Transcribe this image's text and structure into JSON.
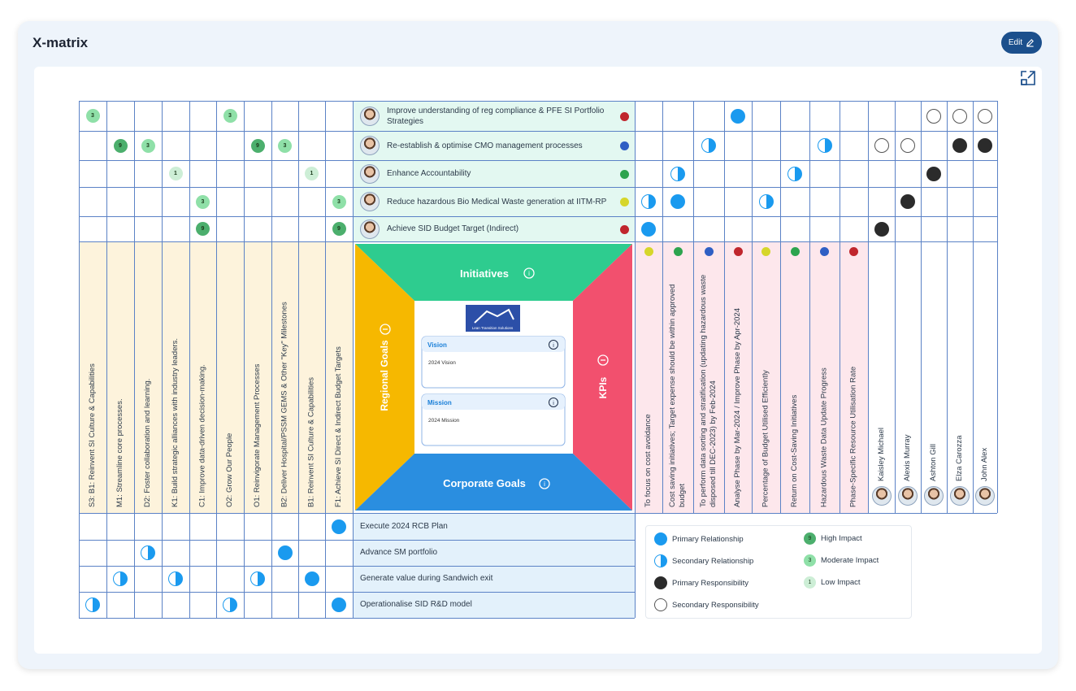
{
  "header": {
    "title": "X-matrix",
    "edit_label": "Edit"
  },
  "center": {
    "initiatives": "Initiatives",
    "kpis": "KPIs",
    "regional_goals": "Regional Goals",
    "corporate_goals": "Corporate Goals",
    "logo_text": "Lean Transition Solutions",
    "vision": {
      "title": "Vision",
      "text": "2024 Vision"
    },
    "mission": {
      "title": "Mission",
      "text": "2024 Mission"
    }
  },
  "initiatives": [
    {
      "label": "Improve understanding of reg compliance & PFE SI Portfolio Strategies",
      "status": "#c0262d"
    },
    {
      "label": "Re-establish & optimise CMO management processes",
      "status": "#2f5fc4"
    },
    {
      "label": "Enhance Accountability",
      "status": "#2da44e"
    },
    {
      "label": "Reduce hazardous Bio Medical Waste generation at IITM-RP",
      "status": "#d6d62a"
    },
    {
      "label": "Achieve SID Budget Target (Indirect)",
      "status": "#c0262d"
    }
  ],
  "regional_goals": [
    "S3: B1: Reinvent SI Culture & Capabilities",
    "M1: Streamline core processes.",
    "D2:  Foster collaboration and learning.",
    "K1: Build strategic alliances with industry leaders.",
    "C1: Improve data-driven decision-making.",
    "O2: Grow Our People",
    "O1: Reinvigorate Management Processes",
    "B2: Deliver Hospital/PSSM GEMS & Other \"Key\" Milestones",
    "B1: Reinvent SI Culture & Capabilities",
    "F1: Achieve SI Direct & Indirect Budget Targets"
  ],
  "kpis": [
    {
      "label": "To focus on cost avoidance",
      "status": "#d6d62a"
    },
    {
      "label": "Cost saving initiatives; Target expense should be within approved budget",
      "status": "#2da44e"
    },
    {
      "label": "To perform data sorting and stratification (updating hazardous waste disposed till DEC-2023) by Feb-2024",
      "status": "#2f5fc4"
    },
    {
      "label": "Analyse Phase by Mar-2024 / Improve Phase by Apr-2024",
      "status": "#c0262d"
    },
    {
      "label": "Percentage of Budget Utilised Efficiently",
      "status": "#d6d62a"
    },
    {
      "label": "Return on Cost-Saving Initiatives",
      "status": "#2da44e"
    },
    {
      "label": "Hazardous Waste Data Update Progress",
      "status": "#2f5fc4"
    },
    {
      "label": "Phase-Specific Resource Utilisation Rate",
      "status": "#c0262d"
    }
  ],
  "people": [
    "Kaisley Michael",
    "Alexis Murray",
    "Ashton Gill",
    "Elza Carozza",
    "John Alex"
  ],
  "corporate_goals": [
    "Execute 2024 RCB Plan",
    "Advance SM portfolio",
    "Generate value during Sandwich exit",
    "Operationalise SID R&D model"
  ],
  "impact_cells": [
    {
      "row": 0,
      "col": 0,
      "value": "3"
    },
    {
      "row": 0,
      "col": 5,
      "value": "3"
    },
    {
      "row": 1,
      "col": 1,
      "value": "9"
    },
    {
      "row": 1,
      "col": 2,
      "value": "3"
    },
    {
      "row": 1,
      "col": 6,
      "value": "9"
    },
    {
      "row": 1,
      "col": 7,
      "value": "3"
    },
    {
      "row": 2,
      "col": 3,
      "value": "1"
    },
    {
      "row": 2,
      "col": 8,
      "value": "1"
    },
    {
      "row": 3,
      "col": 4,
      "value": "3"
    },
    {
      "row": 3,
      "col": 9,
      "value": "3"
    },
    {
      "row": 4,
      "col": 4,
      "value": "9"
    },
    {
      "row": 4,
      "col": 9,
      "value": "9"
    }
  ],
  "relationship_cells": [
    {
      "row": 0,
      "col": 3,
      "kind": "primary"
    },
    {
      "row": 1,
      "col": 2,
      "kind": "secondary"
    },
    {
      "row": 1,
      "col": 6,
      "kind": "secondary"
    },
    {
      "row": 2,
      "col": 1,
      "kind": "secondary"
    },
    {
      "row": 2,
      "col": 5,
      "kind": "secondary"
    },
    {
      "row": 3,
      "col": 0,
      "kind": "secondary"
    },
    {
      "row": 3,
      "col": 1,
      "kind": "primary"
    },
    {
      "row": 3,
      "col": 4,
      "kind": "secondary"
    },
    {
      "row": 4,
      "col": 0,
      "kind": "primary"
    }
  ],
  "responsibility_cells": [
    {
      "row": 0,
      "col": 2,
      "kind": "secondary"
    },
    {
      "row": 0,
      "col": 3,
      "kind": "secondary"
    },
    {
      "row": 0,
      "col": 4,
      "kind": "secondary"
    },
    {
      "row": 1,
      "col": 0,
      "kind": "secondary"
    },
    {
      "row": 1,
      "col": 1,
      "kind": "secondary"
    },
    {
      "row": 1,
      "col": 3,
      "kind": "primary"
    },
    {
      "row": 1,
      "col": 4,
      "kind": "primary"
    },
    {
      "row": 2,
      "col": 2,
      "kind": "primary"
    },
    {
      "row": 3,
      "col": 1,
      "kind": "primary"
    },
    {
      "row": 4,
      "col": 0,
      "kind": "primary"
    }
  ],
  "corporate_cells": [
    {
      "row": 0,
      "col": 9,
      "kind": "primary"
    },
    {
      "row": 1,
      "col": 2,
      "kind": "secondary"
    },
    {
      "row": 1,
      "col": 7,
      "kind": "primary"
    },
    {
      "row": 2,
      "col": 1,
      "kind": "secondary"
    },
    {
      "row": 2,
      "col": 3,
      "kind": "secondary"
    },
    {
      "row": 2,
      "col": 6,
      "kind": "secondary"
    },
    {
      "row": 2,
      "col": 8,
      "kind": "primary"
    },
    {
      "row": 3,
      "col": 0,
      "kind": "secondary"
    },
    {
      "row": 3,
      "col": 5,
      "kind": "secondary"
    },
    {
      "row": 3,
      "col": 9,
      "kind": "primary"
    }
  ],
  "legend": [
    {
      "kind": "primary",
      "label": "Primary Relationship"
    },
    {
      "kind": "secondary",
      "label": "Secondary Relationship"
    },
    {
      "kind": "presp",
      "label": "Primary Responsibility"
    },
    {
      "kind": "sresp",
      "label": "Secondary Responsibility"
    },
    {
      "kind": "high",
      "value": "9",
      "label": "High Impact"
    },
    {
      "kind": "moderate",
      "value": "3",
      "label": "Moderate Impact"
    },
    {
      "kind": "low",
      "value": "1",
      "label": "Low Impact"
    }
  ],
  "colors": {
    "initiatives_bg": "#e3f8f1",
    "goals_bg": "#fdf3dc",
    "kpi_bg": "#fde7ec",
    "corporate_bg": "#e3f1fb",
    "initiatives_trap": "#2ecc8f",
    "goals_trap": "#f6b800",
    "kpis_trap": "#f2506e",
    "corporate_trap": "#2a8ee0",
    "high": "#4caf6d",
    "moderate": "#8fe0a8",
    "low": "#cdeed6"
  }
}
